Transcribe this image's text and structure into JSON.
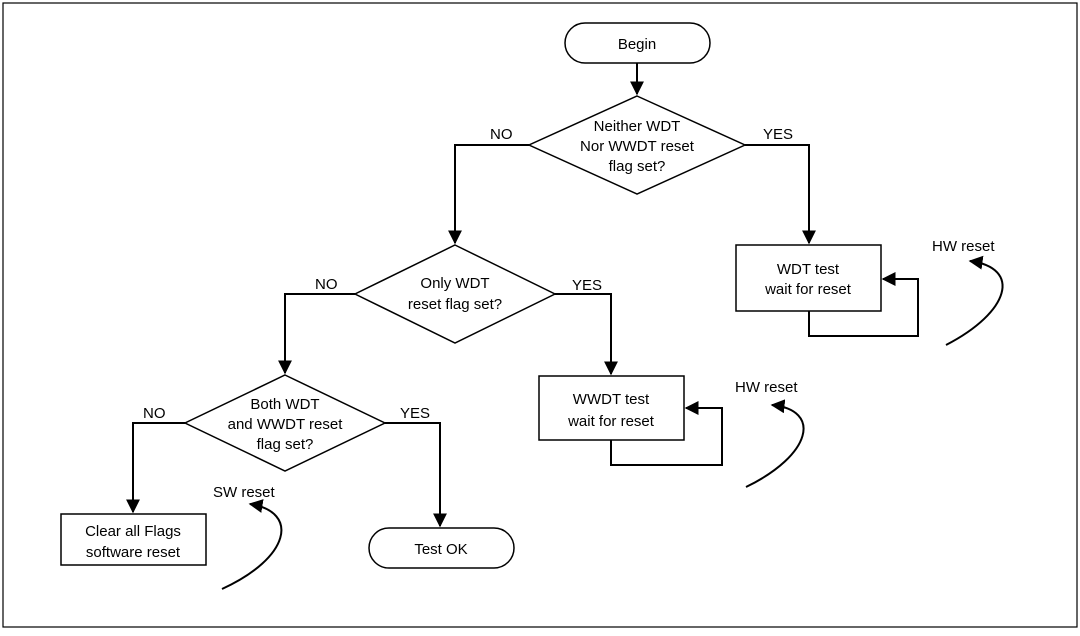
{
  "flowchart": {
    "begin": "Begin",
    "decision1": [
      "Neither WDT",
      "Nor WWDT reset",
      "flag set?"
    ],
    "decision2": [
      "Only WDT",
      "reset flag set?"
    ],
    "decision3": [
      "Both WDT",
      "and WWDT reset",
      "flag set?"
    ],
    "wdt_test": [
      "WDT test",
      "wait for reset"
    ],
    "wwdt_test": [
      "WWDT test",
      "wait for reset"
    ],
    "clear_flags": [
      "Clear all Flags",
      "software reset"
    ],
    "test_ok": "Test OK",
    "labels": {
      "d1_no": "NO",
      "d1_yes": "YES",
      "d2_no": "NO",
      "d2_yes": "YES",
      "d3_no": "NO",
      "d3_yes": "YES",
      "hw_reset_1": "HW reset",
      "hw_reset_2": "HW reset",
      "sw_reset": "SW reset"
    }
  }
}
